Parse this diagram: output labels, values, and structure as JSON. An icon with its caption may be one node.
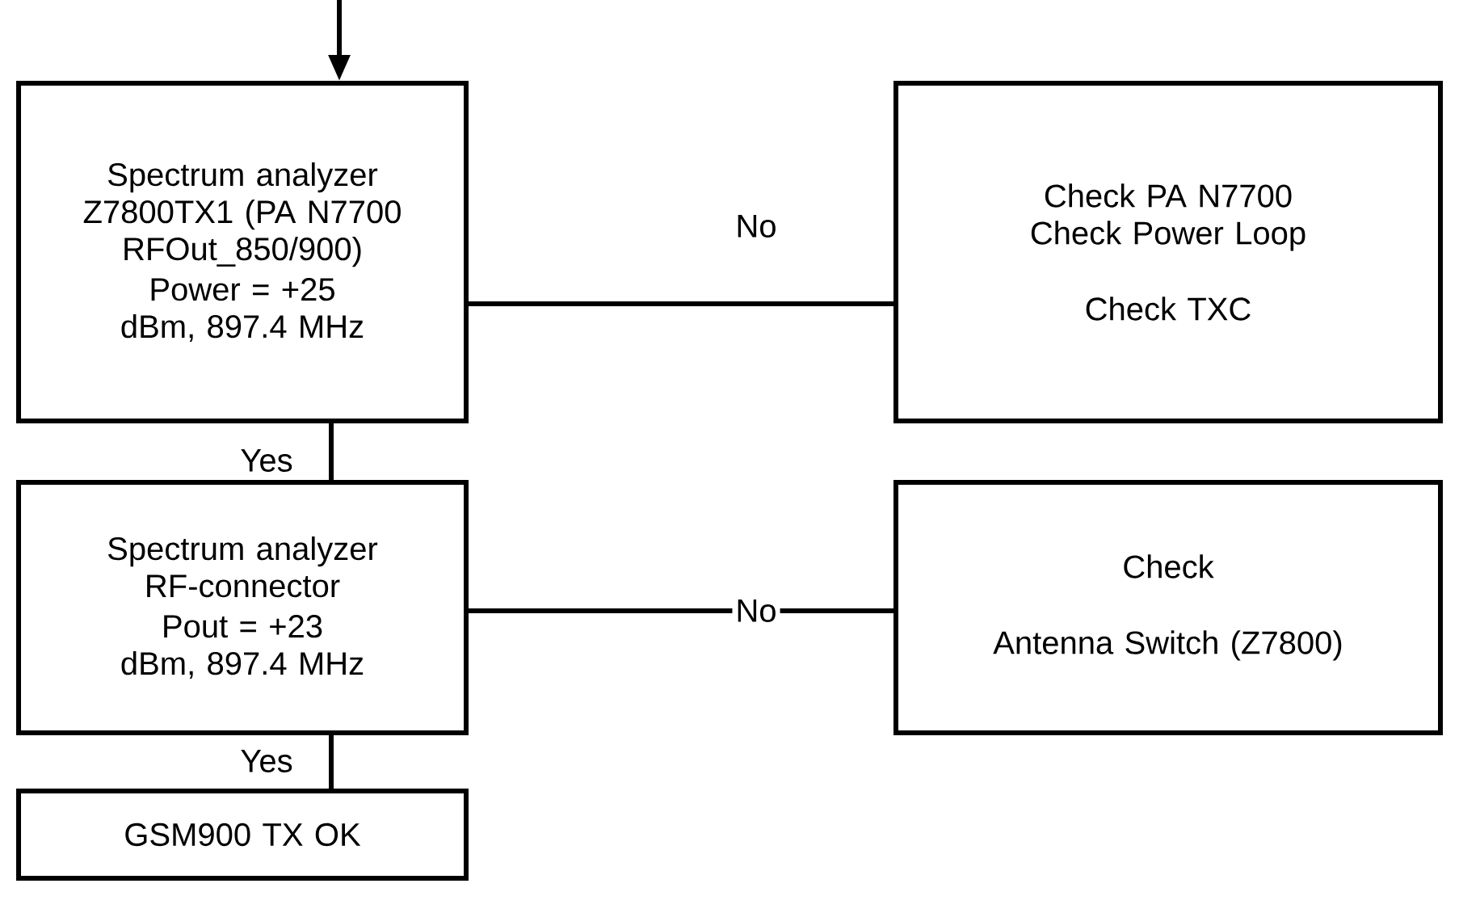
{
  "diagram": {
    "nodes": [
      {
        "text": [
          "Spectrum analyzer Z7800TX1 (PA N7700 RFOut_850/900)",
          "Power = +25 dBm, 897.4 MHz"
        ]
      },
      {
        "text": [
          "Check PA N7700 Check Power Loop",
          "Check TXC"
        ]
      },
      {
        "text": [
          "Spectrum analyzer RF-connector",
          "Pout = +23 dBm, 897.4 MHz"
        ]
      },
      {
        "text": [
          "Check",
          "Antenna Switch (Z7800)"
        ]
      },
      {
        "text": [
          "GSM900 TX OK"
        ]
      }
    ],
    "edges": [
      {
        "from": null,
        "to": 0,
        "arrow": "to"
      },
      {
        "from": 0,
        "to": 1,
        "arrow": "none",
        "label": "No"
      },
      {
        "from": 0,
        "to": 2,
        "arrow": "none",
        "label": "Yes"
      },
      {
        "from": 2,
        "to": 3,
        "arrow": "none",
        "label": "No"
      },
      {
        "from": 2,
        "to": 4,
        "arrow": "none",
        "label": "Yes"
      }
    ]
  }
}
